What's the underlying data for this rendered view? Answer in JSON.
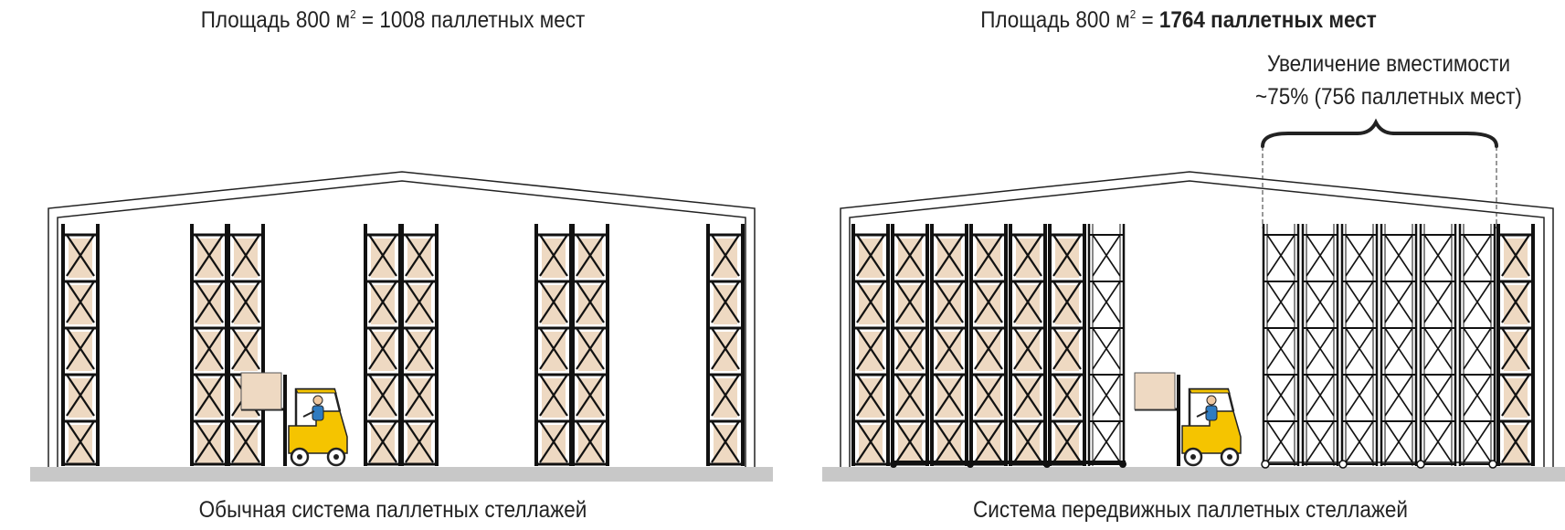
{
  "left_panel": {
    "header_prefix": "Площадь 800 м",
    "header_sup": "2",
    "header_eq": " = ",
    "header_value": "1008 паллетных мест",
    "caption": "Обычная система паллетных стеллажей"
  },
  "right_panel": {
    "header_prefix": "Площадь 800 м",
    "header_sup": "2",
    "header_eq": " = ",
    "header_value": "1764 паллетных мест",
    "caption": "Система передвижных паллетных стеллажей",
    "increase_line1": "Увеличение вместимости",
    "increase_line2": "~75% (756 паллетных мест)"
  },
  "colors": {
    "pallet": "#eed9c2",
    "frame": "#111111",
    "floor": "#c8c8c8",
    "forklift": "#f5c400",
    "driver_shirt": "#2f7bc0"
  }
}
